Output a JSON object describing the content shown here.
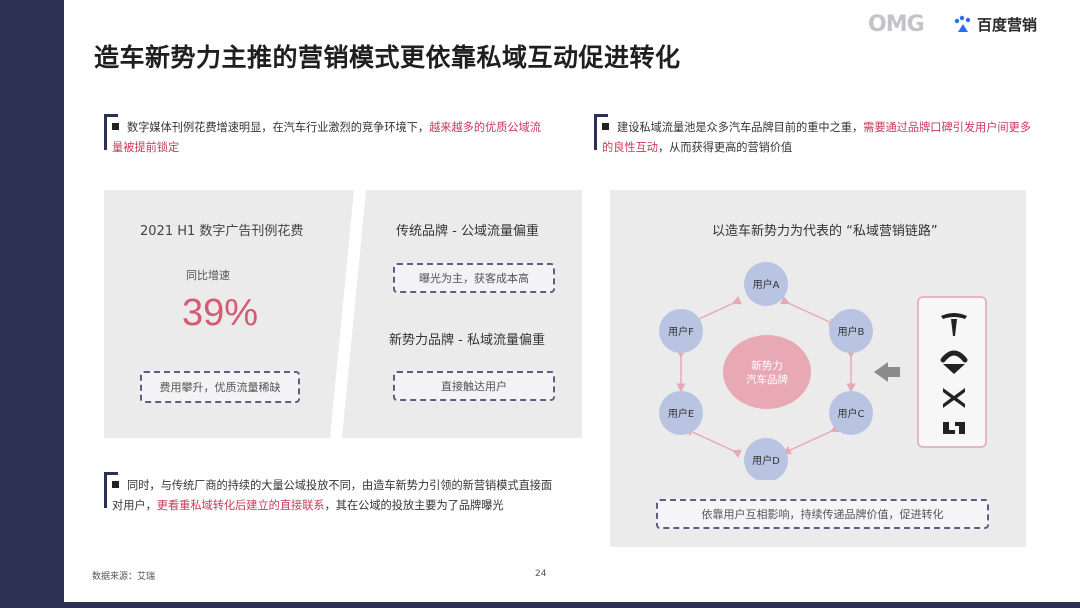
{
  "header": {
    "title": "造车新势力主推的营销模式更依靠私域互动促进转化",
    "logo_omg": "OMG",
    "logo_baidu": "百度营销"
  },
  "notes": {
    "top_left": {
      "text_plain": "数字媒体刊例花费增速明显，在汽车行业激烈的竞争环境下，",
      "text_highlight": "越来越多的优质公域流量被提前锁定"
    },
    "top_right": {
      "text_plain": "建设私域流量池是众多汽车品牌目前的重中之重，",
      "text_highlight": "需要通过品牌口碑引发用户间更多的良性互动",
      "text_after": "，从而获得更高的营销价值"
    },
    "bottom_left": {
      "text_plain": "同时，与传统厂商的持续的大量公域投放不同，由造车新势力引领的新营销模式直接面对用户，",
      "text_highlight": "更看重私域转化后建立的直接联系",
      "text_after": "，其在公域的投放主要为了品牌曝光"
    }
  },
  "left_panel": {
    "heading": "2021 H1 数字广告刊例花费",
    "growth_label": "同比增速",
    "growth_value": "39%",
    "growth_note": "费用攀升，优质流量稀缺"
  },
  "middle_panel": {
    "traditional_heading": "传统品牌 - 公域流量偏重",
    "traditional_note": "曝光为主，获客成本高",
    "new_heading": "新势力品牌 - 私域流量偏重",
    "new_note": "直接触达用户"
  },
  "right_panel": {
    "heading": "以造车新势力为代表的 “私域营销链路”",
    "center_line1": "新势力",
    "center_line2": "汽车品牌",
    "users": [
      "用户A",
      "用户B",
      "用户C",
      "用户D",
      "用户E",
      "用户F"
    ],
    "footer_note": "依靠用户互相影响，持续传递品牌价值，促进转化",
    "brand_icons": [
      "tesla-logo",
      "nio-logo",
      "xpeng-logo",
      "li-auto-logo"
    ]
  },
  "footer": {
    "source": "数据来源：艾瑞",
    "page_number": "24"
  },
  "colors": {
    "navy": "#2b3152",
    "highlight": "#c73a5a",
    "user_node": "#b9c4e3",
    "center_node": "#e8a9b4",
    "arrow": "#e7a9b6"
  }
}
